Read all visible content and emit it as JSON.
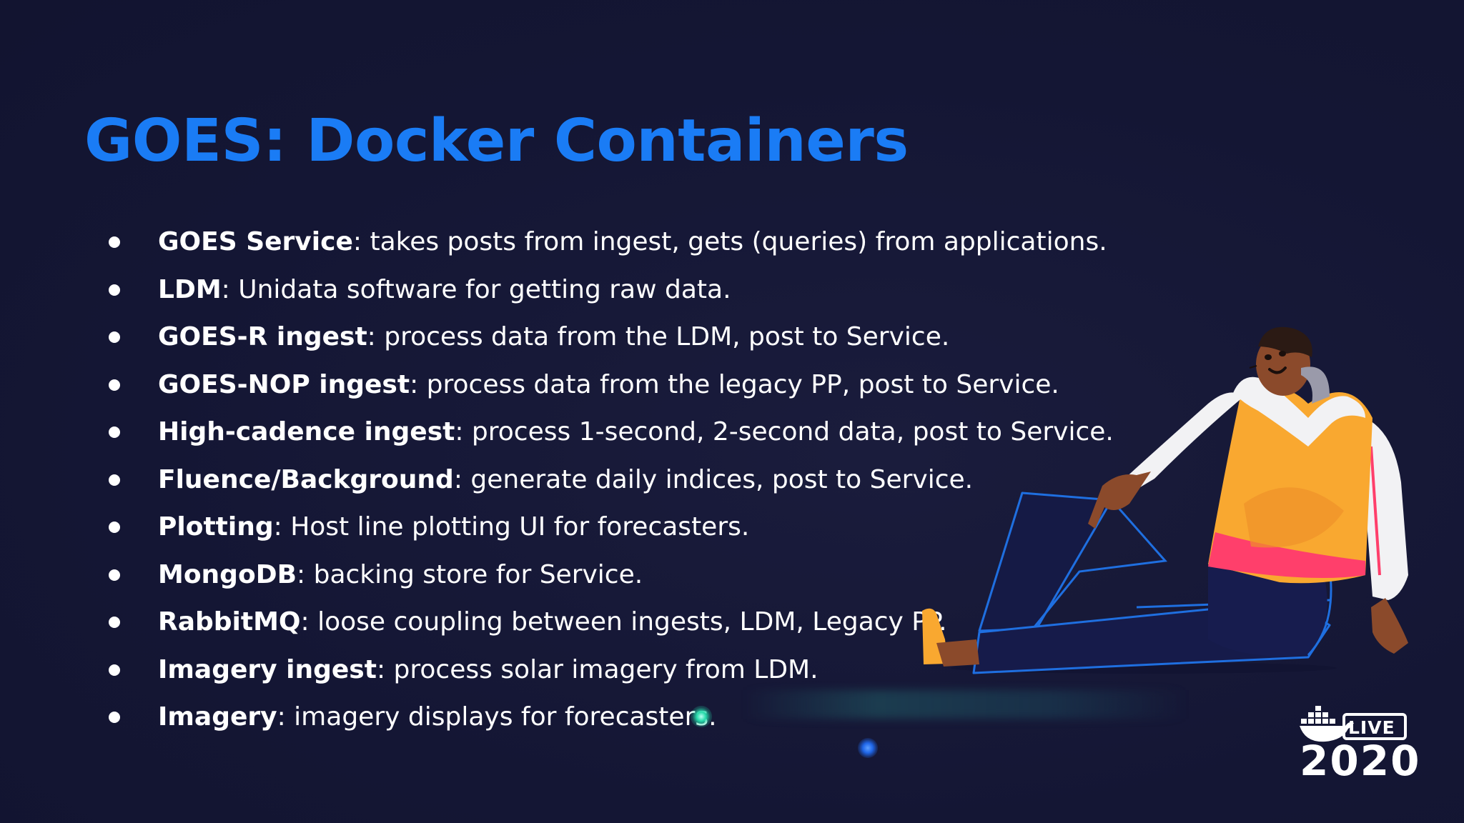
{
  "slide": {
    "title": "GOES: Docker Containers",
    "bullets": [
      {
        "term": "GOES Service",
        "desc": ": takes posts from ingest, gets (queries) from applications."
      },
      {
        "term": "LDM",
        "desc": ": Unidata software for getting raw data."
      },
      {
        "term": "GOES-R ingest",
        "desc": ": process data from the LDM, post to Service."
      },
      {
        "term": "GOES-NOP ingest",
        "desc": ": process data from the legacy PP, post to Service."
      },
      {
        "term": "High-cadence ingest",
        "desc": ": process 1-second, 2-second data, post to Service."
      },
      {
        "term": "Fluence/Background",
        "desc": ": generate daily indices, post to Service."
      },
      {
        "term": "Plotting",
        "desc": ": Host line plotting UI for forecasters."
      },
      {
        "term": "MongoDB",
        "desc": ": backing store for Service."
      },
      {
        "term": "RabbitMQ",
        "desc": ": loose coupling between ingests, LDM, Legacy PP."
      },
      {
        "term": "Imagery ingest",
        "desc": ": process solar imagery from LDM."
      },
      {
        "term": "Imagery",
        "desc": ": imagery displays for forecasters."
      }
    ]
  },
  "logo": {
    "icon": "docker-whale-icon",
    "badge": "LIVE",
    "year": "2020"
  },
  "illustration": {
    "name": "seated-person-illustration"
  },
  "colors": {
    "background": "#141634",
    "title": "#1a7cf5",
    "text": "#ffffff",
    "vest": "#f9a830",
    "outline_blue": "#1f6fe0"
  }
}
